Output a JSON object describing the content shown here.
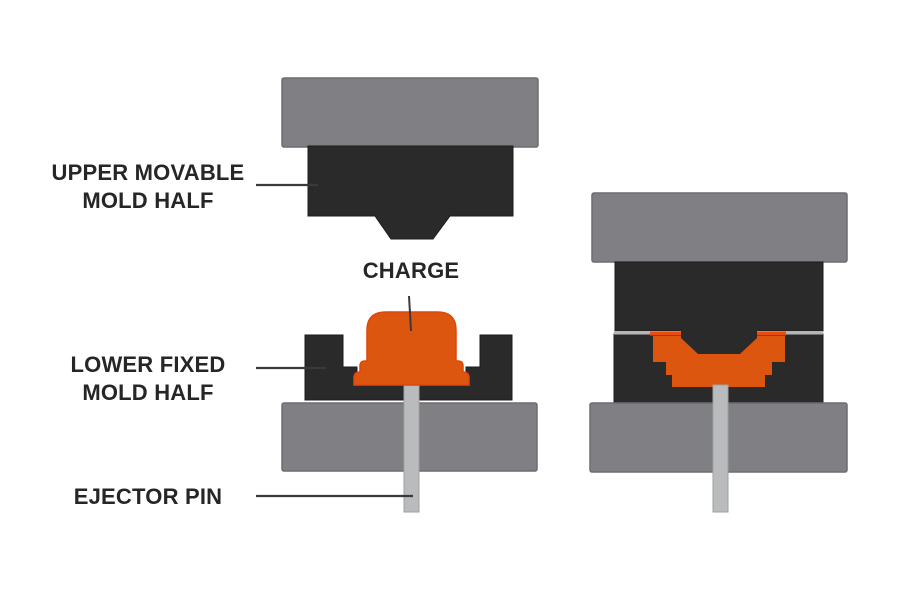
{
  "labels": {
    "upper_mold": {
      "line1": "UPPER MOVABLE",
      "line2": "MOLD HALF"
    },
    "charge": "CHARGE",
    "lower_mold": {
      "line1": "LOWER FIXED",
      "line2": "MOLD HALF"
    },
    "ejector_pin": "EJECTOR PIN"
  },
  "colors": {
    "background": "#ffffff",
    "plate": "#808084",
    "plate-edge": "#6d6d71",
    "mold": "#2a2a2b",
    "mold-edge": "#1c1c1d",
    "charge": "#dc560f",
    "charge-edge": "#e04708",
    "pin": "#b9bbbd",
    "pin-edge": "#9ea0a2",
    "parting-line": "#b3b5b7",
    "flash": "#ea4e0e",
    "leader": "#3a3a3a",
    "text": "#262626"
  }
}
